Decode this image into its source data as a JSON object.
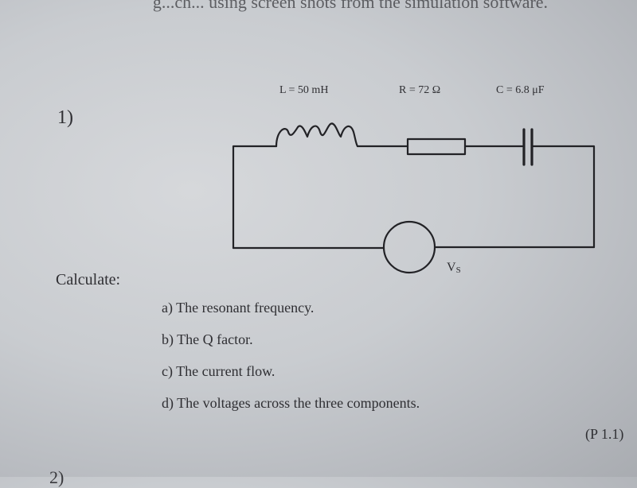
{
  "page": {
    "top_fragment": "g...ch... using screen shots from the simulation software.",
    "question_number": "1)",
    "next_question_number": "2)"
  },
  "circuit": {
    "inductor_label": "L = 50 mH",
    "resistor_label": "R = 72 Ω",
    "capacitor_label": "C = 6.8 μF",
    "source_label_main": "V",
    "source_label_sub": "S"
  },
  "question": {
    "prompt": "Calculate:",
    "items": [
      "a) The resonant frequency.",
      "b) The Q factor.",
      "c) The current flow.",
      "d) The voltages across the three components."
    ],
    "reference": "(P 1.1)"
  }
}
